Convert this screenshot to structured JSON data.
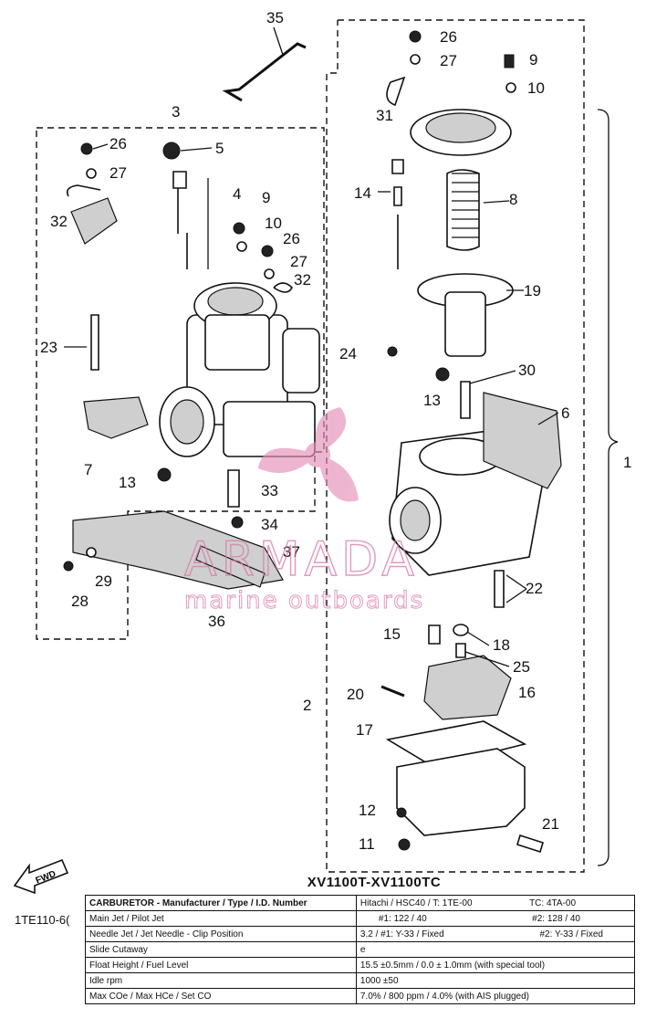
{
  "diagram": {
    "model_title": "XV1100T-XV1100TC",
    "drawing_code": "1TE110-6(",
    "fwd_label": "FWD",
    "callouts": [
      "35",
      "3",
      "26",
      "27",
      "32",
      "5",
      "4",
      "9",
      "10",
      "26",
      "27",
      "32",
      "23",
      "7",
      "13",
      "28",
      "29",
      "36",
      "37",
      "33",
      "34",
      "26",
      "27",
      "9",
      "10",
      "31",
      "14",
      "8",
      "19",
      "24",
      "13",
      "30",
      "6",
      "1",
      "22",
      "15",
      "18",
      "25",
      "20",
      "16",
      "2",
      "17",
      "12",
      "11",
      "21"
    ]
  },
  "watermark": {
    "brand": "ARMADA",
    "tagline": "marine outboards",
    "color": "#e68fb8"
  },
  "spec_table": {
    "rows": [
      {
        "label": "CARBURETOR - Manufacturer / Type / I.D. Number",
        "value_left": "Hitachi / HSC40 / T: 1TE-00",
        "value_right": "TC: 4TA-00"
      },
      {
        "label": "Main Jet / Pilot Jet",
        "value_left": "#1: 122 / 40",
        "value_right": "#2: 128 / 40"
      },
      {
        "label": "Needle Jet / Jet Needle - Clip Position",
        "value_left": "3.2 / #1: Y-33 / Fixed",
        "value_right": "#2: Y-33 / Fixed"
      },
      {
        "label": "Slide Cutaway",
        "value_left": "e",
        "value_right": ""
      },
      {
        "label": "Float Height / Fuel Level",
        "value_left": "15.5 ±0.5mm / 0.0 ± 1.0mm (with special tool)",
        "value_right": ""
      },
      {
        "label": "Idle rpm",
        "value_left": "1000 ±50",
        "value_right": ""
      },
      {
        "label": "Max COe / Max HCe / Set CO",
        "value_left": "7.0% / 800 ppm / 4.0% (with AIS plugged)",
        "value_right": ""
      }
    ]
  }
}
